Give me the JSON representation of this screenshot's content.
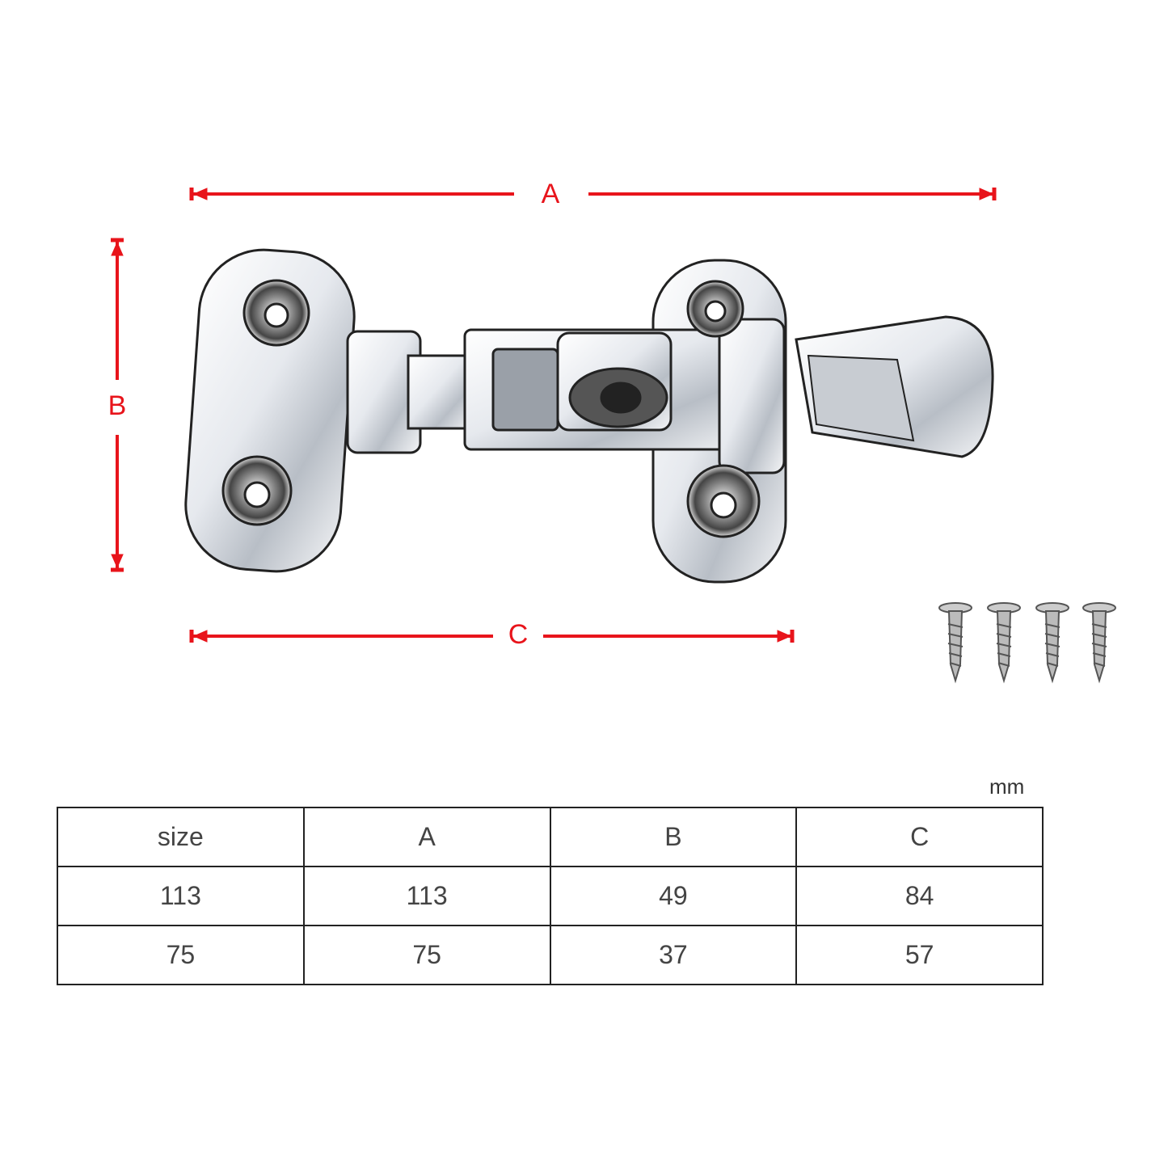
{
  "dimensions": {
    "a_label": "A",
    "b_label": "B",
    "c_label": "C"
  },
  "accent_color": "#e8141b",
  "table": {
    "unit": "mm",
    "headers": [
      "size",
      "A",
      "B",
      "C"
    ],
    "rows": [
      [
        "113",
        "113",
        "49",
        "84"
      ],
      [
        "75",
        "75",
        "37",
        "57"
      ]
    ]
  },
  "accessories": {
    "screw_count": 4
  }
}
